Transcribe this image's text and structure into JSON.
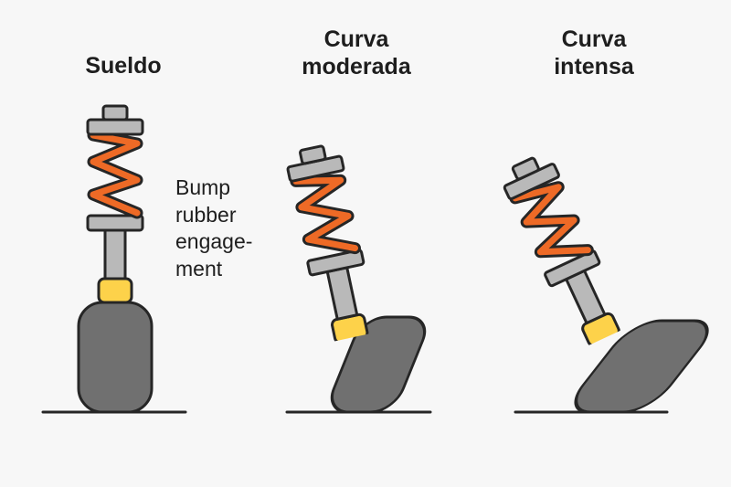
{
  "diagram": {
    "panels": [
      {
        "id": "straight",
        "title": "Sueldo",
        "tilt_deg": 0
      },
      {
        "id": "moderate-curve",
        "title": "Curva\nmoderada",
        "tilt_deg": -12
      },
      {
        "id": "intense-curve",
        "title": "Curva\nintensa",
        "tilt_deg": -25
      }
    ],
    "annotation": "Bump\nrubber\nengage-\nment",
    "colors": {
      "background": "#f7f7f7",
      "outline": "#262626",
      "metal": "#b9b9b9",
      "spring": "#ee6a26",
      "bump_rubber": "#fdd24a",
      "tire": "#707070"
    }
  }
}
